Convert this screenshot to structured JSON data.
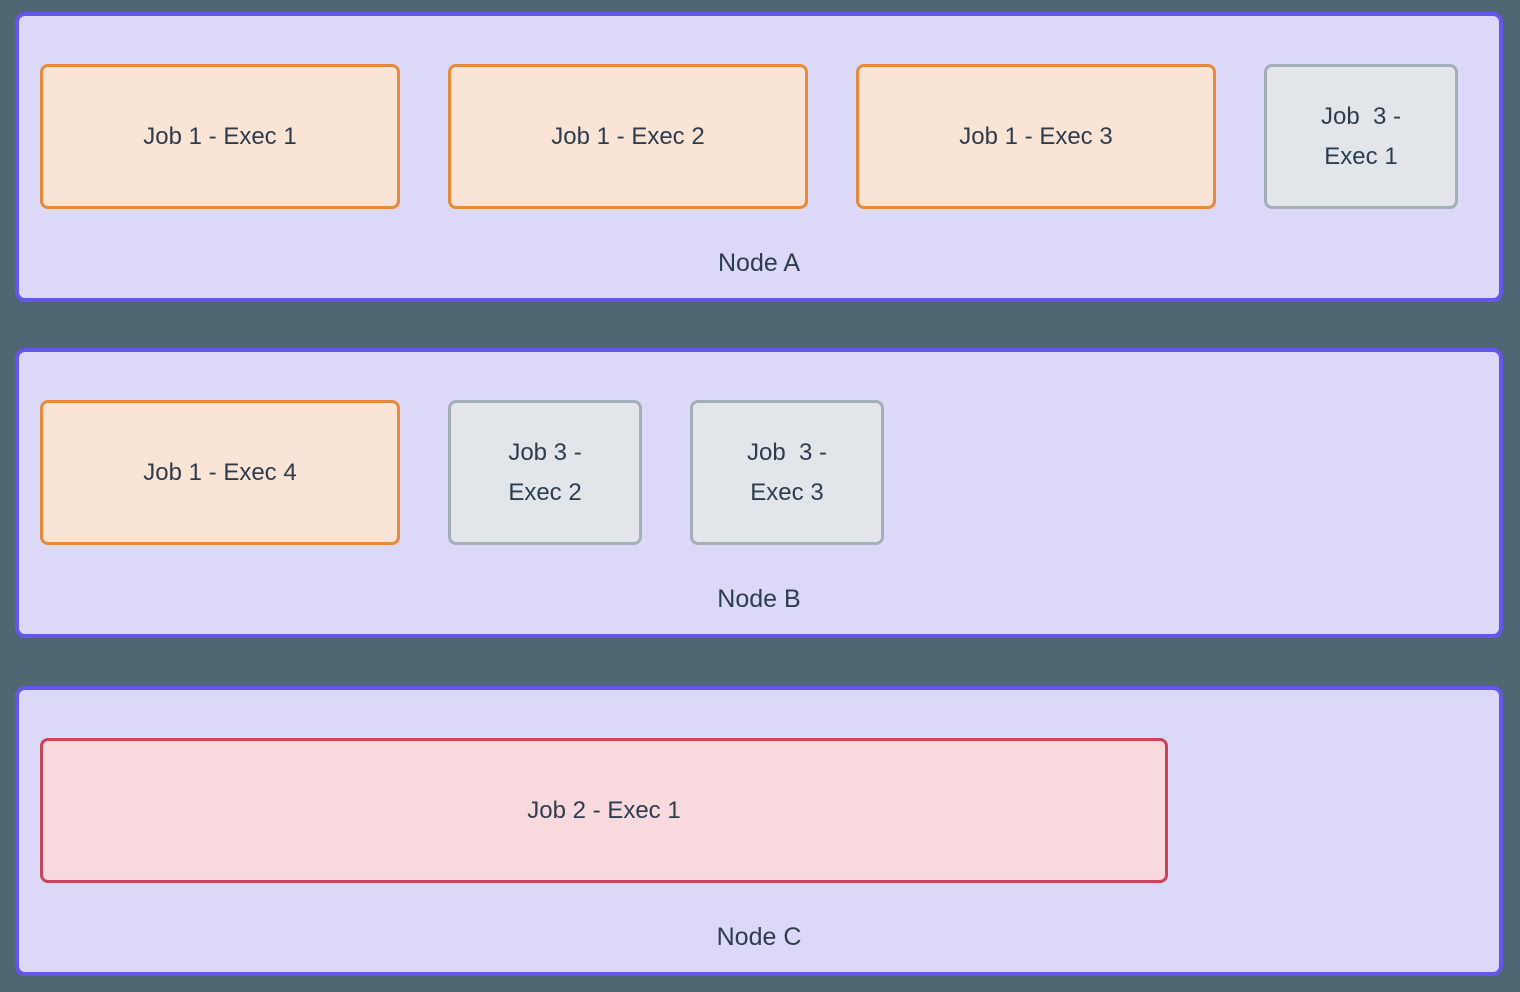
{
  "colors": {
    "page_bg": "#4e6772",
    "node_bg": "#dcd9f8",
    "node_border": "#6356e8",
    "job1_bg": "#f9e4d5",
    "job1_border": "#e78a3b",
    "job2_bg": "#f8dade",
    "job2_border": "#c94459",
    "job3_bg": "#e2e6ea",
    "job3_border": "#a4aeb8",
    "text": "#2e3d4e"
  },
  "nodes": [
    {
      "label": "Node A",
      "executors": [
        {
          "label": "Job 1 - Exec 1",
          "job": "job1",
          "size": "wide"
        },
        {
          "label": "Job 1 - Exec 2",
          "job": "job1",
          "size": "wide"
        },
        {
          "label": "Job 1 - Exec 3",
          "job": "job1",
          "size": "wide"
        },
        {
          "label": "Job  3 -\nExec 1",
          "job": "job3",
          "size": "small"
        }
      ]
    },
    {
      "label": "Node B",
      "executors": [
        {
          "label": "Job 1 - Exec 4",
          "job": "job1",
          "size": "wide"
        },
        {
          "label": "Job 3 -\nExec 2",
          "job": "job3",
          "size": "small"
        },
        {
          "label": "Job  3 -\nExec 3",
          "job": "job3",
          "size": "small"
        }
      ]
    },
    {
      "label": "Node C",
      "executors": [
        {
          "label": "Job 2 - Exec 1",
          "job": "job2",
          "size": "full"
        }
      ]
    }
  ]
}
